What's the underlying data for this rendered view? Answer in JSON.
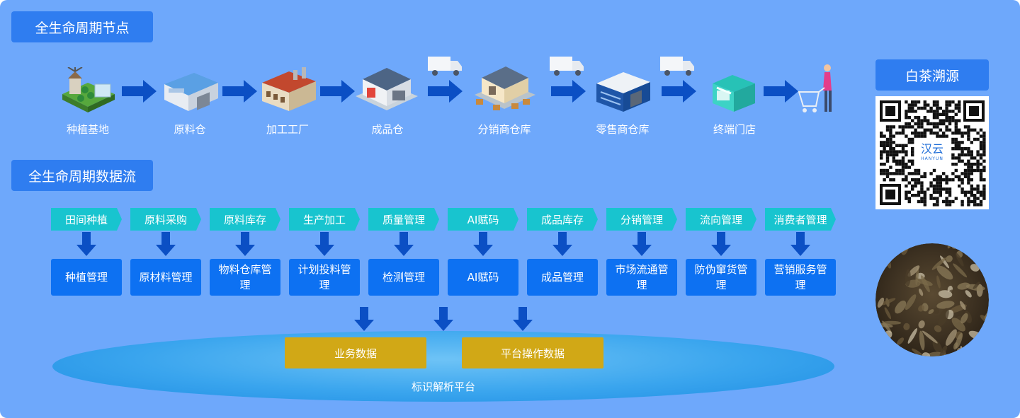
{
  "lifecycle_nodes": {
    "title": "全生命周期节点",
    "items": [
      {
        "label": "种植基地",
        "icon": "farm-icon"
      },
      {
        "label": "原料仓",
        "icon": "raw-warehouse-icon"
      },
      {
        "label": "加工工厂",
        "icon": "factory-icon"
      },
      {
        "label": "成品仓",
        "icon": "product-warehouse-icon"
      },
      {
        "label": "分销商仓库",
        "icon": "distributor-warehouse-icon"
      },
      {
        "label": "零售商仓库",
        "icon": "retailer-warehouse-icon"
      },
      {
        "label": "终端门店",
        "icon": "store-icon"
      },
      {
        "label": "",
        "icon": "shopper-cart-icon"
      }
    ]
  },
  "data_flow": {
    "title": "全生命周期数据流",
    "steps": [
      {
        "tag": "田间种植",
        "module": "种植管理"
      },
      {
        "tag": "原料采购",
        "module": "原材料管理"
      },
      {
        "tag": "原料库存",
        "module": "物料仓库管理"
      },
      {
        "tag": "生产加工",
        "module": "计划投料管理"
      },
      {
        "tag": "质量管理",
        "module": "检测管理"
      },
      {
        "tag": "AI赋码",
        "module": "AI赋码"
      },
      {
        "tag": "成品库存",
        "module": "成品管理"
      },
      {
        "tag": "分销管理",
        "module": "市场流通管理"
      },
      {
        "tag": "流向管理",
        "module": "防伪窜货管理"
      },
      {
        "tag": "消费者管理",
        "module": "营销服务管理"
      }
    ]
  },
  "platform": {
    "label": "标识解析平台",
    "boxes": [
      "业务数据",
      "平台操作数据"
    ]
  },
  "trace": {
    "title": "白茶溯源",
    "qr_brand": "汉云",
    "qr_brand_sub": "HANYUN"
  },
  "colors": {
    "background": "#6ea8fb",
    "header": "#2f7df0",
    "tag": "#18c4cf",
    "module": "#0d71f2",
    "arrow": "#0b4fc4",
    "gold": "#d1a816"
  }
}
